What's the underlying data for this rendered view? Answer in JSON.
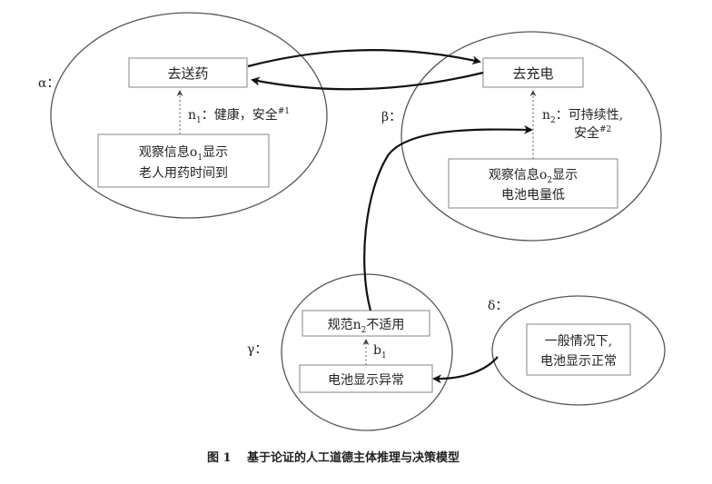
{
  "figure": {
    "caption_label": "图 1",
    "caption_text": "基于论证的人工道德主体推理与决策模型"
  },
  "alpha": {
    "label": "α：",
    "goal": "去送药",
    "norm_prefix": "n",
    "norm_sub": "1",
    "norm_text": "：健康，安全",
    "norm_sup": "#1",
    "obs_line1_a": "观察信息o",
    "obs_line1_sub": "1",
    "obs_line1_b": "显示",
    "obs_line2": "老人用药时间到"
  },
  "beta": {
    "label": "β：",
    "goal": "去充电",
    "norm_prefix": "n",
    "norm_sub": "2",
    "norm_text": "：可持续性,",
    "norm_line2": "安全",
    "norm_sup": "#2",
    "obs_line1_a": "观察信息o",
    "obs_line1_sub": "2",
    "obs_line1_b": "显示",
    "obs_line2": "电池电量低"
  },
  "gamma": {
    "label": "γ：",
    "rule_a": "规范n",
    "rule_sub": "2",
    "rule_b": "不适用",
    "link_prefix": "b",
    "link_sub": "1",
    "obs": "电池显示异常"
  },
  "delta": {
    "label": "δ：",
    "line1": "一般情况下,",
    "line2": "电池显示正常"
  }
}
